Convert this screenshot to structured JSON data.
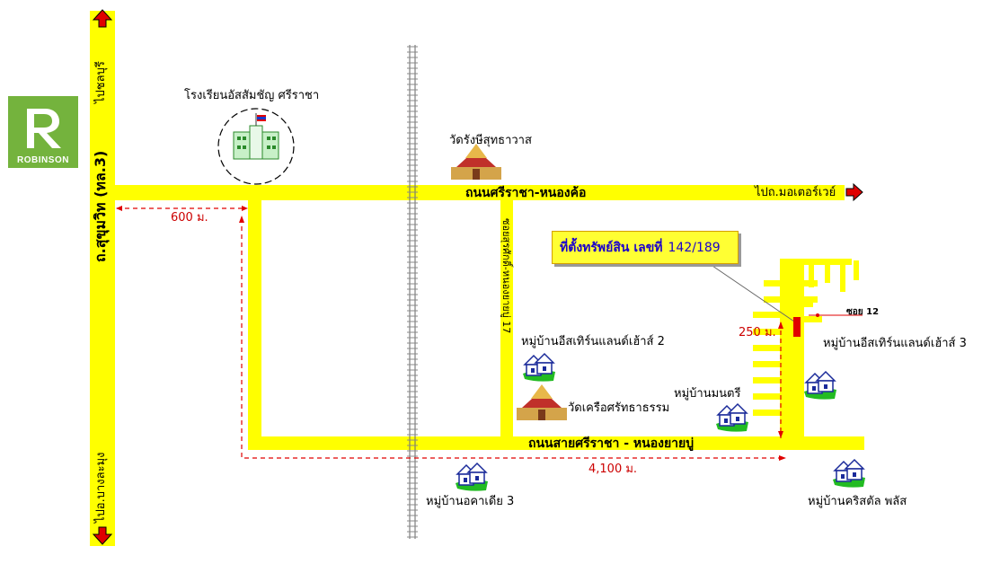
{
  "logo": {
    "text": "ROBINSON",
    "color": "#74b33d"
  },
  "roads": {
    "sukhumvit": "ถ.สุขุมวิท (ทล.3)",
    "north_dir": "ไปชลบุรี",
    "south_dir": "ไปอ.บางละมุง",
    "sriracha_nongkho": "ถนนศรีราชา-หนองค้อ",
    "motorway_dir": "ไปถ.มอเตอร์เวย์",
    "sai_sriracha": "ถนนสายศรีราชา - หนองยายบู่",
    "soi_17": "ซอยสุรศักดิ์-หนองยายบู่ 17",
    "soi_12": "ซอย 12"
  },
  "distances": {
    "d600": "600 ม.",
    "d250": "250 ม.",
    "d4100": "4,100 ม."
  },
  "landmarks": {
    "school": "โรงเรียนอัสสัมชัญ ศรีราชา",
    "wat_rangsi": "วัดรังษีสุทธาวาส",
    "wat_khruea": "วัดเครือศรัทธาธรรม",
    "eastern_land_2": "หมู่บ้านอีสเทิร์นแลนด์เฮ้าส์ 2",
    "eastern_land_3": "หมู่บ้านอีสเทิร์นแลนด์เฮ้าส์ 3",
    "monthri": "หมู่บ้านมนตรี",
    "acacia_3": "หมู่บ้านอคาเดีย 3",
    "crystal_plus": "หมู่บ้านคริสตัล พลัส"
  },
  "property": {
    "label": "ที่ตั้งทรัพย์สิน เลขที่",
    "number": "142/189"
  },
  "colors": {
    "road": "#ffff00",
    "road_edge": "#e6d800",
    "marker": "#e00000",
    "dashed_route": "#e00000",
    "callout_text": "#1a00cc"
  }
}
